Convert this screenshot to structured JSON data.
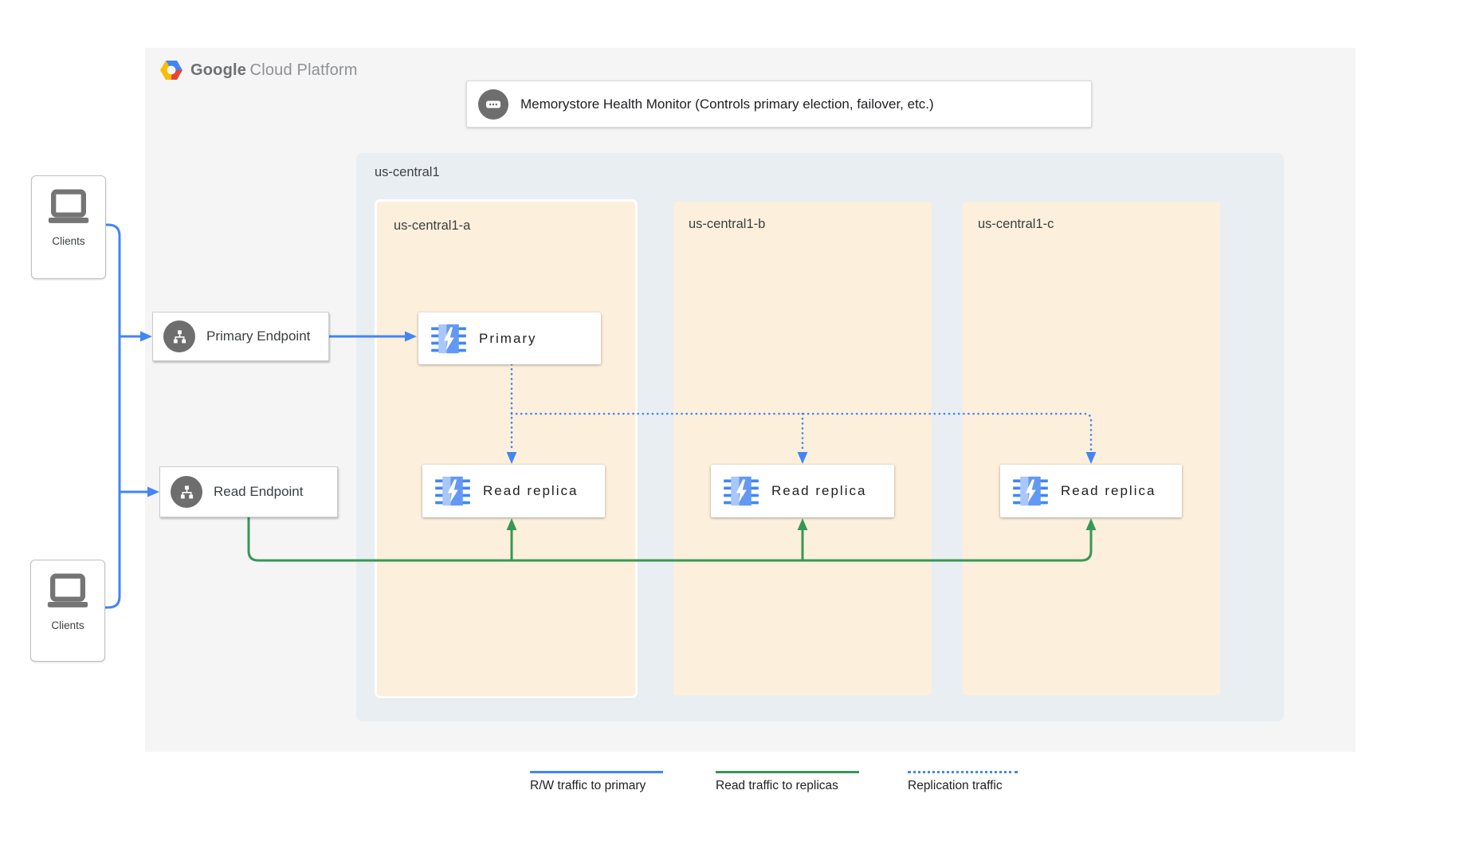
{
  "logo": {
    "brand": "Google",
    "product": "Cloud Platform"
  },
  "monitor": {
    "label": "Memorystore Health Monitor (Controls primary election, failover, etc.)"
  },
  "region": {
    "label": "us-central1"
  },
  "zones": [
    {
      "label": "us-central1-a",
      "node": "Primary",
      "replica": "Read replica"
    },
    {
      "label": "us-central1-b",
      "replica": "Read replica"
    },
    {
      "label": "us-central1-c",
      "replica": "Read replica"
    }
  ],
  "endpoints": {
    "primary": "Primary Endpoint",
    "read": "Read Endpoint"
  },
  "clients": {
    "top": "Clients",
    "bottom": "Clients"
  },
  "legend": [
    {
      "label": "R/W traffic to primary",
      "style": "solid-blue"
    },
    {
      "label": "Read traffic to replicas",
      "style": "solid-green"
    },
    {
      "label": "Replication traffic",
      "style": "dotted-blue"
    }
  ],
  "colors": {
    "rw_traffic_blue": "#4285f4",
    "read_traffic_green": "#359855",
    "zone_fill": "#fcefdb",
    "region_fill": "#e9eef2",
    "panel_fill": "#f5f5f6"
  }
}
